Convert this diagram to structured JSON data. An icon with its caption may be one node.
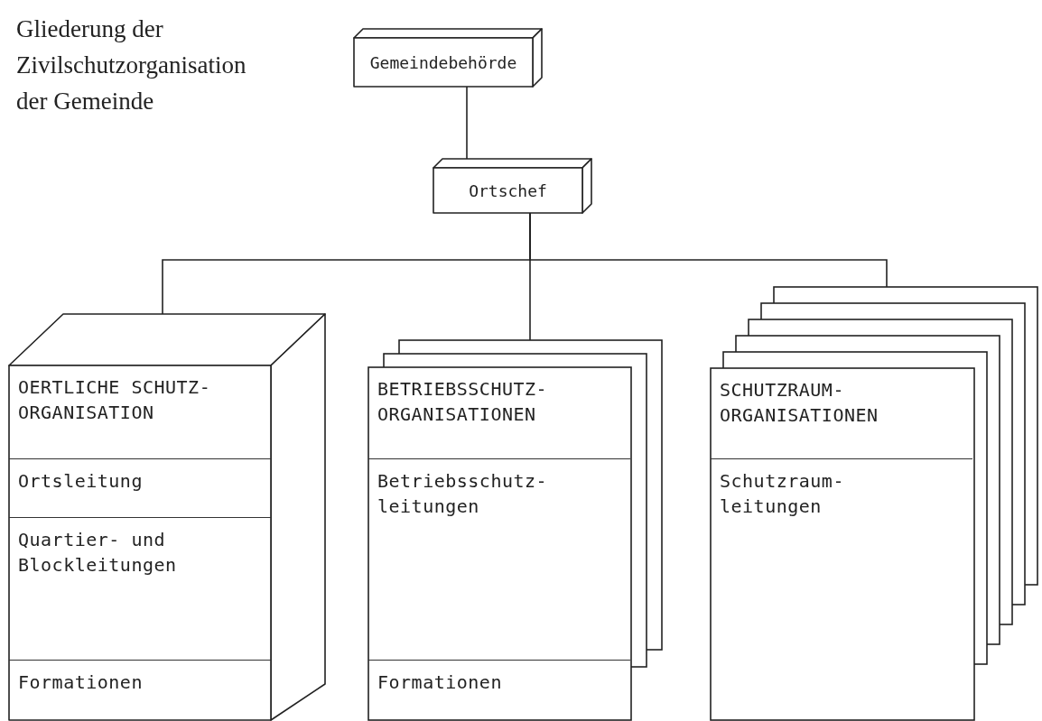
{
  "diagram": {
    "title": "Gliederung der Zivilschutzorganisation der Gemeinde",
    "nodes": [
      {
        "text": [
          "Gemeindebehörde"
        ]
      },
      {
        "text": [
          "Ortschef"
        ]
      },
      {
        "text": [],
        "shape": "box"
      },
      {
        "text": [
          "OERTLICHE SCHUTZ- ORGANISATION"
        ],
        "in": 2
      },
      {
        "text": [
          "Ortsleitung"
        ],
        "in": 2
      },
      {
        "text": [
          "Quartier- und Blockleitungen"
        ],
        "in": 2
      },
      {
        "text": [
          "Formationen"
        ],
        "in": 2
      },
      {
        "text": [],
        "shape": "box"
      },
      {
        "text": [
          "BETRIEBSSCHUTZ- ORGANISATIONEN"
        ],
        "in": 7
      },
      {
        "text": [
          "Betriebsschutz- leitungen"
        ],
        "in": 7
      },
      {
        "text": [
          "Formationen"
        ],
        "in": 7
      },
      {
        "text": [],
        "shape": "box"
      },
      {
        "text": [
          "SCHUTZRAUM- ORGANISATIONEN"
        ],
        "in": 11
      },
      {
        "text": [
          "Schutzraum- leitungen"
        ],
        "in": 11
      }
    ],
    "edges": [
      {
        "from": 0,
        "to": 1,
        "arrow": "none"
      },
      {
        "from": 1,
        "to": 2,
        "arrow": "none"
      },
      {
        "from": 1,
        "to": 7,
        "arrow": "none"
      },
      {
        "from": 1,
        "to": 11,
        "arrow": "none"
      }
    ]
  }
}
